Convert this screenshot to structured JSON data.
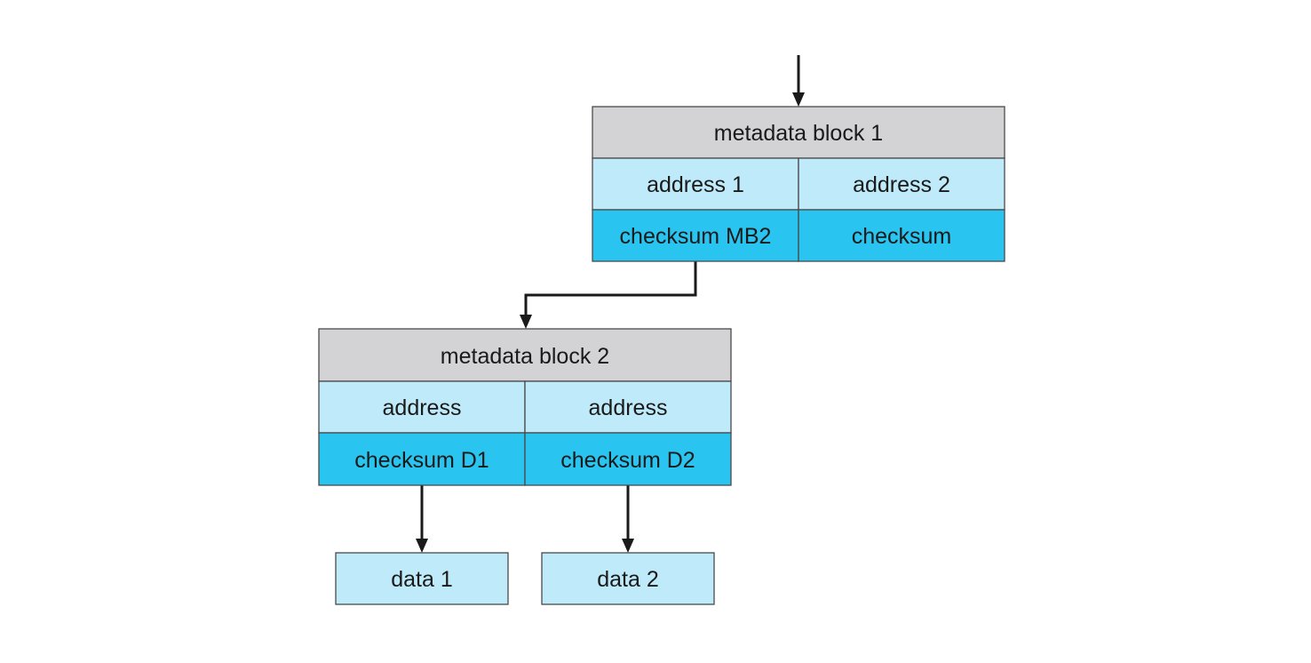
{
  "colors": {
    "header": "#d3d3d5",
    "address": "#bfeaf9",
    "checksum": "#29c4ef",
    "data": "#bfeaf9",
    "border": "#4a4a4a",
    "arrow": "#1a1a1a"
  },
  "metadata_block_1": {
    "title": "metadata block 1",
    "address_left": "address 1",
    "address_right": "address 2",
    "checksum_left": "checksum MB2",
    "checksum_right": "checksum"
  },
  "metadata_block_2": {
    "title": "metadata block 2",
    "address_left": "address",
    "address_right": "address",
    "checksum_left": "checksum D1",
    "checksum_right": "checksum D2"
  },
  "data_blocks": {
    "data_1": "data 1",
    "data_2": "data 2"
  }
}
